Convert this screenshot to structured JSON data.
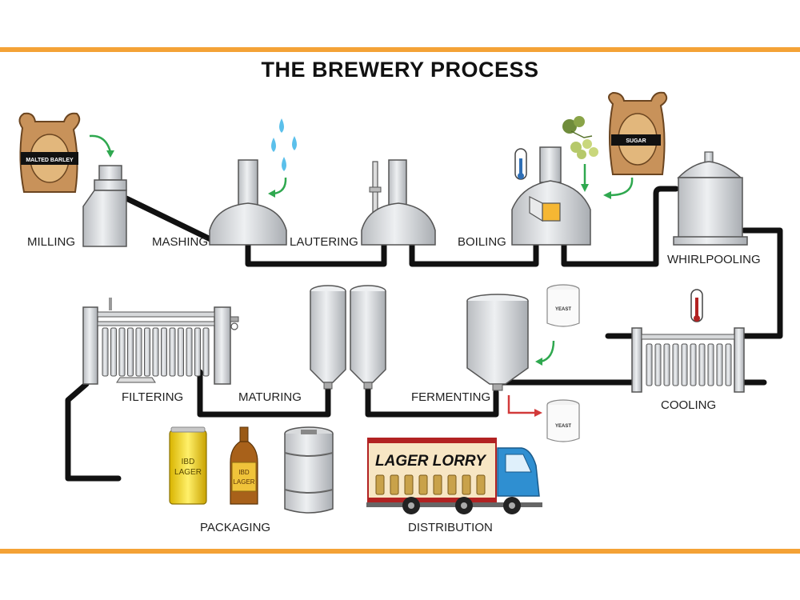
{
  "title": "THE BREWERY PROCESS",
  "stages": {
    "milling": "MILLING",
    "mashing": "MASHING",
    "lautering": "LAUTERING",
    "boiling": "BOILING",
    "whirlpooling": "WHIRLPOOLING",
    "cooling": "COOLING",
    "fermenting": "FERMENTING",
    "maturing": "MATURING",
    "filtering": "FILTERING",
    "packaging": "PACKAGING",
    "distribution": "DISTRIBUTION"
  },
  "ingredients": {
    "barley_sack": "MALTED BARLEY",
    "sugar_sack": "SUGAR",
    "yeast_in": "YEAST",
    "yeast_out": "YEAST"
  },
  "products": {
    "can_label_1": "IBD",
    "can_label_2": "LAGER",
    "bottle_label_1": "IBD",
    "bottle_label_2": "LAGER"
  },
  "truck": {
    "label": "LAGER LORRY"
  },
  "colors": {
    "border": "#f4a236",
    "pipe": "#111111",
    "vessel": "#cfd1d4",
    "arrow_in": "#2fa84f",
    "arrow_out": "#d23a3a",
    "sack": "#c8925a",
    "truck_cab": "#2f8fd1",
    "truck_box": "#f7e6c4"
  }
}
